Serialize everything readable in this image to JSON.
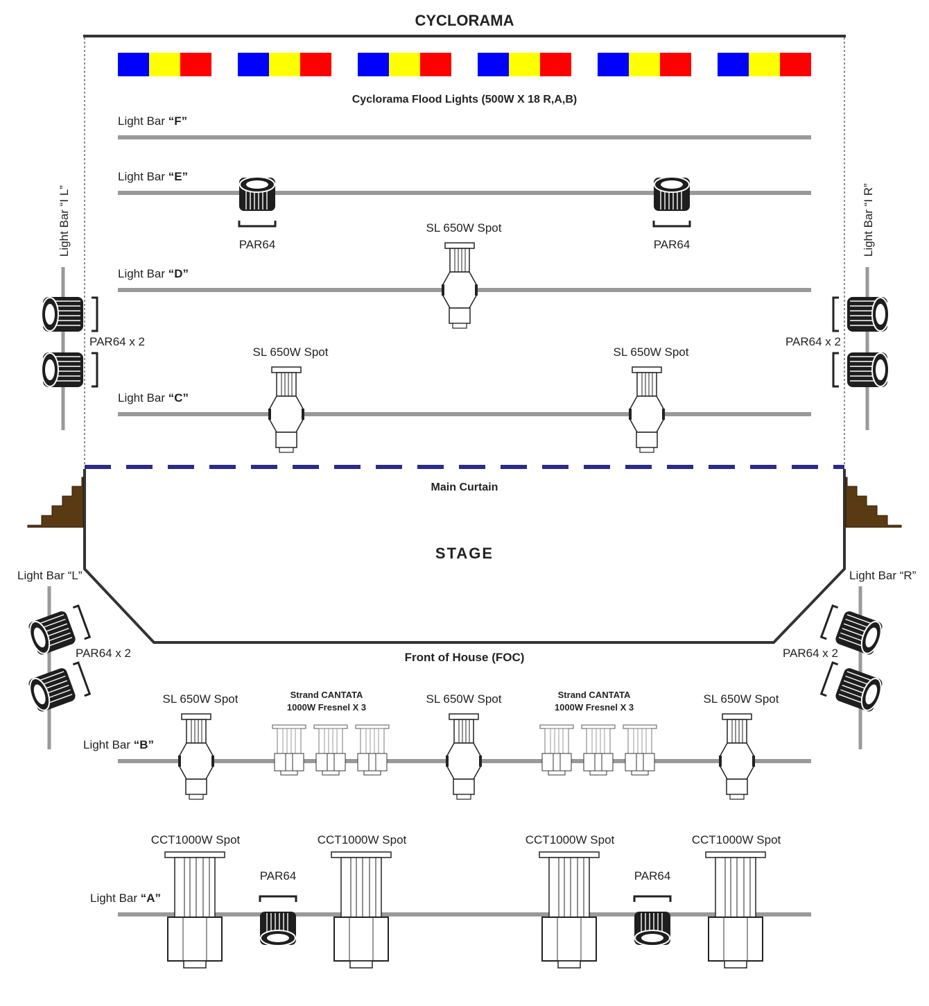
{
  "title": "CYCLORAMA",
  "cyclorama_flood_label": "Cyclorama Flood Lights (500W X 18 R,A,B)",
  "flood_colors": {
    "blue": "#0000ff",
    "amber": "#ffff00",
    "red": "#ff0000"
  },
  "colors": {
    "bar": "#999999",
    "curtain": "#2b2b8c",
    "stairs": "#5a3a12",
    "outline": "#333333"
  },
  "bars": {
    "F": {
      "prefix": "Light Bar ",
      "letter": "“F”"
    },
    "E": {
      "prefix": "Light Bar ",
      "letter": "“E”"
    },
    "D": {
      "prefix": "Light Bar ",
      "letter": "“D”"
    },
    "C": {
      "prefix": "Light Bar ",
      "letter": "“C”"
    },
    "B": {
      "prefix": "Light Bar ",
      "letter": "“B”"
    },
    "A": {
      "prefix": "Light Bar ",
      "letter": "“A”"
    },
    "IL": "Light Bar “I L”",
    "IR": "Light Bar “I R”",
    "L": "Light Bar “L”",
    "R": "Light Bar “R”"
  },
  "fixtures": {
    "par64": "PAR64",
    "par64_x2": "PAR64 x 2",
    "sl_spot": "SL 650W Spot",
    "cantata_line1": "Strand CANTATA",
    "cantata_line2": "1000W Fresnel X 3",
    "cct_spot": "CCT1000W Spot"
  },
  "main_curtain": "Main Curtain",
  "stage": "STAGE",
  "front_of_house": "Front of House (FOC)"
}
